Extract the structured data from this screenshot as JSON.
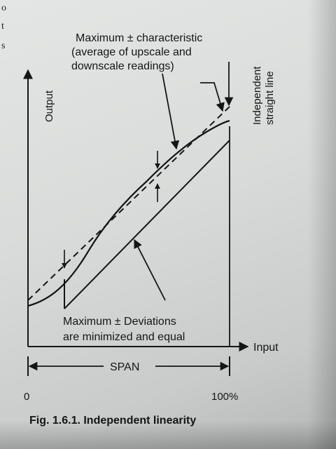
{
  "margin_fragments": [
    "o",
    "t",
    "s"
  ],
  "labels": {
    "characteristic_1": "Maximum ± characteristic",
    "characteristic_2": "(average of upscale and",
    "characteristic_3": "downscale readings)",
    "output_axis": "Output",
    "input_axis": "Input",
    "straight_line_1": "Independent",
    "straight_line_2": "straight line",
    "deviations_1": "Maximum ± Deviations",
    "deviations_2": "are minimized and equal",
    "span": "SPAN",
    "tick_zero": "0",
    "tick_hundred": "100%"
  },
  "caption": "Fig. 1.6.1. Independent linearity",
  "colors": {
    "ink": "#151515",
    "paper": "#dcdedd"
  }
}
